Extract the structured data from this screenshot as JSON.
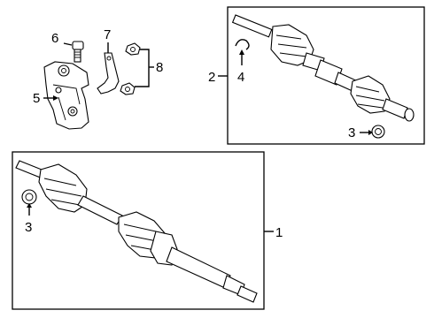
{
  "callouts": {
    "c1": "1",
    "c2": "2",
    "c3_lower": "3",
    "c3_upper": "3",
    "c4": "4",
    "c5": "5",
    "c6": "6",
    "c7": "7",
    "c8": "8"
  }
}
